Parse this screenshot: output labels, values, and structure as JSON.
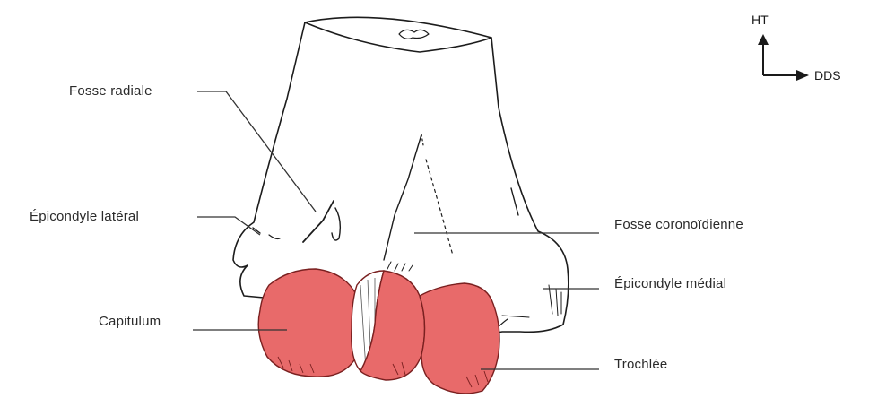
{
  "labels": {
    "fosse_radiale": "Fosse radiale",
    "epicondyle_lateral": "Épicondyle latéral",
    "capitulum": "Capitulum",
    "fosse_coronoidienne": "Fosse coronoïdienne",
    "epicondyle_medial": "Épicondyle médial",
    "trochlee": "Trochlée"
  },
  "orientation": {
    "up": "HT",
    "right": "DDS"
  },
  "colors": {
    "articular_surface": "#e86a6a",
    "articular_stroke": "#7a2020",
    "bone_outline": "#1c1c1c",
    "leader_line": "#333333"
  }
}
